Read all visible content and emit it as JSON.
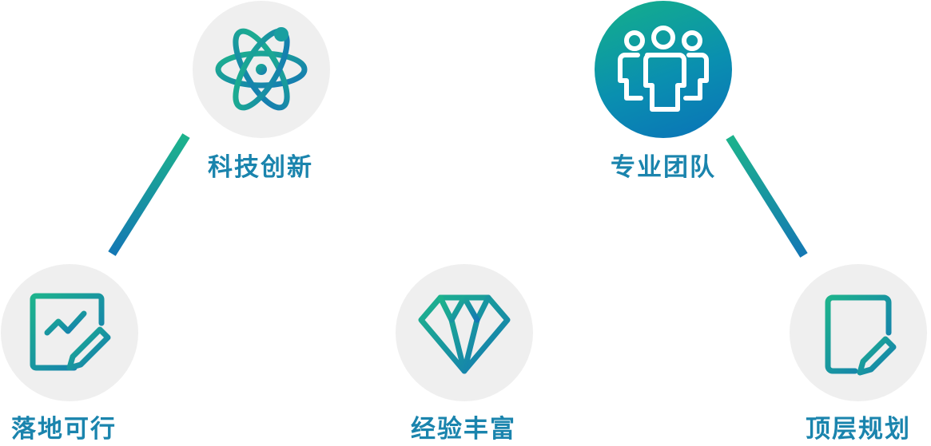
{
  "nodes": [
    {
      "id": "tech",
      "label": "科技创新",
      "icon": "atom-icon"
    },
    {
      "id": "team",
      "label": "专业团队",
      "icon": "team-icon",
      "highlighted": true
    },
    {
      "id": "practical",
      "label": "落地可行",
      "icon": "chart-edit-icon"
    },
    {
      "id": "experience",
      "label": "经验丰富",
      "icon": "diamond-icon"
    },
    {
      "id": "planning",
      "label": "顶层规划",
      "icon": "document-edit-icon"
    }
  ],
  "colors": {
    "gradient_start": "#1db38c",
    "gradient_end": "#1478b4",
    "label": "#1a84ad",
    "circle_bg": "#efefef"
  }
}
